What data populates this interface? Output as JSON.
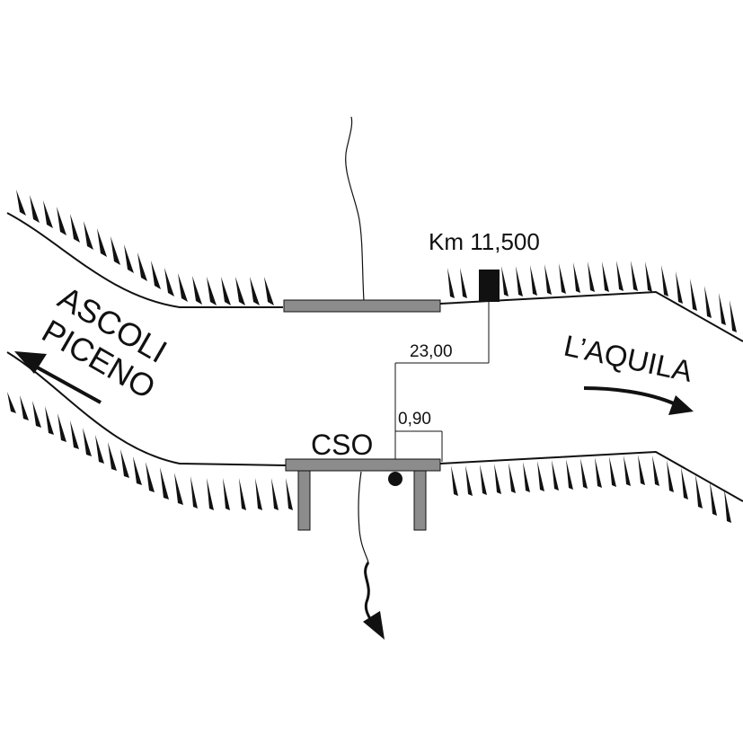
{
  "labels": {
    "km_marker": "Km 11,500",
    "distance_main": "23,00",
    "distance_small": "0,90",
    "station": "CSO",
    "direction_left_line1": "ASCOLI",
    "direction_left_line2": "PICENO",
    "direction_right": "L’AQUILA"
  },
  "colors": {
    "line": "#111111",
    "structure_fill": "#8c8c8c",
    "marker_fill": "#111111",
    "background": "#ffffff"
  },
  "icons": {
    "left_arrow": "arrow-left-icon",
    "right_arrow": "arrow-right-icon",
    "down_arrow": "arrow-down-icon",
    "station_point": "station-dot-icon",
    "km_marker": "km-marker-icon"
  }
}
